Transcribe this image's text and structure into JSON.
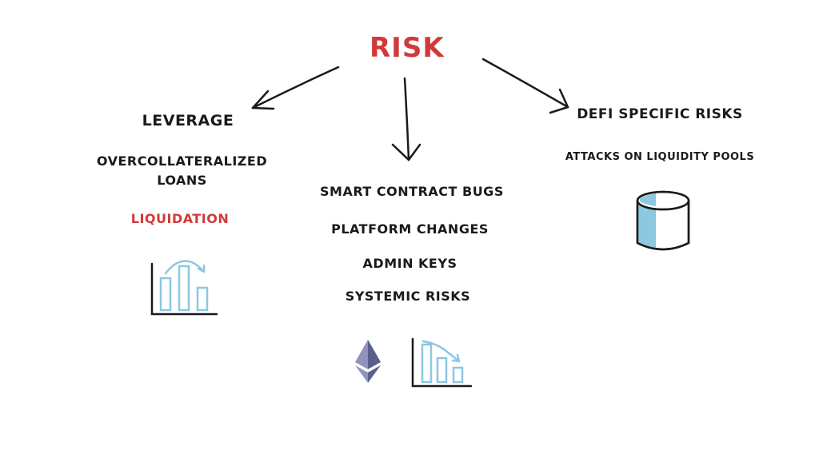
{
  "diagram": {
    "title": "RISK",
    "left_branch": {
      "heading": "LEVERAGE",
      "items": [
        "OVERCOLLATERALIZED LOANS",
        "LIQUIDATION"
      ]
    },
    "center_branch": {
      "items": [
        "SMART CONTRACT BUGS",
        "PLATFORM CHANGES",
        "ADMIN KEYS",
        "SYSTEMIC RISKS"
      ]
    },
    "right_branch": {
      "heading": "DEFI SPECIFIC RISKS",
      "items": [
        "ATTACKS ON LIQUIDITY POOLS"
      ]
    },
    "icons": {
      "left": "bar-chart-icon",
      "center_ethereum": "ethereum-icon",
      "center_chart": "declining-bar-chart-icon",
      "right": "cylinder-pool-icon"
    },
    "colors": {
      "accent_red": "#d13a3a",
      "ink": "#1a1a1a",
      "light_blue": "#8cc8e0",
      "eth_dark": "#5a5f8c",
      "eth_light": "#8f93bd"
    }
  }
}
